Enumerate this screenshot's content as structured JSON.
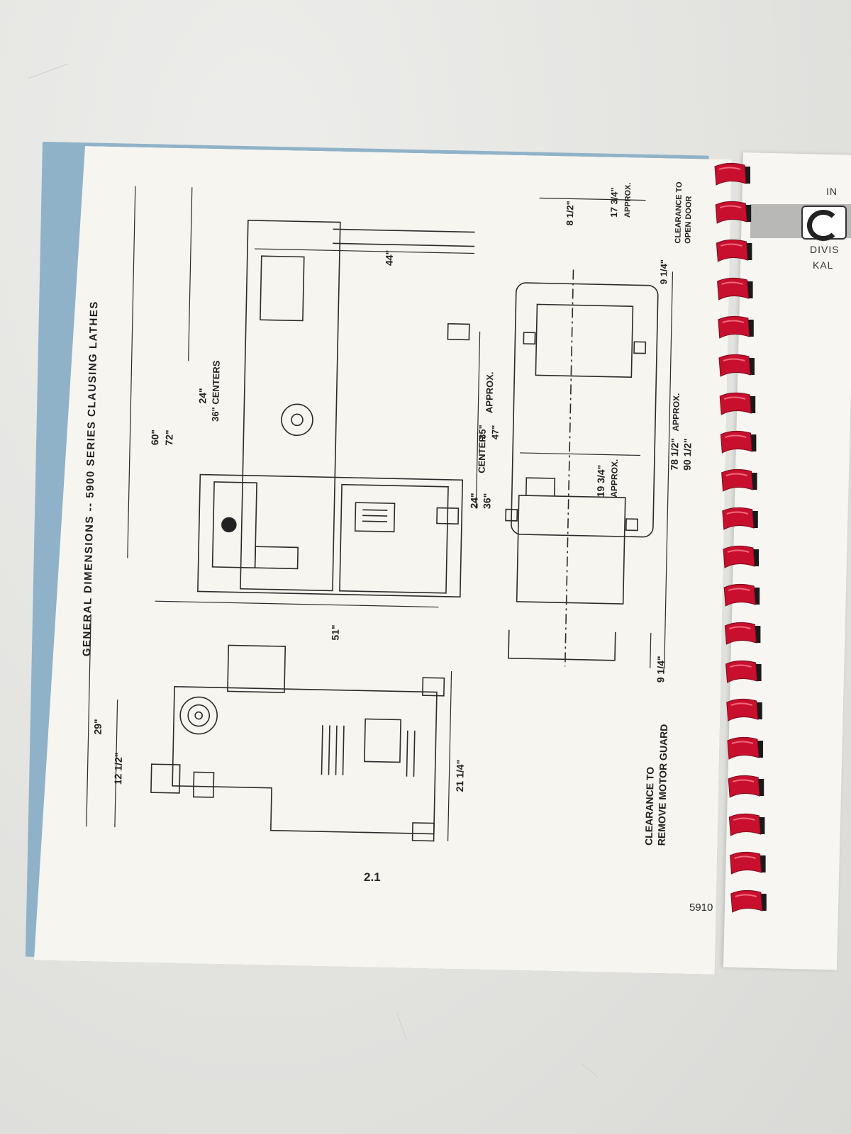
{
  "document": {
    "title": "GENERAL DIMENSIONS -- 5900 SERIES CLAUSING LATHES",
    "page_number": "2.1",
    "model_number": "5910",
    "dimensions": {
      "overall_length_a": "60\"",
      "overall_length_b": "72\"",
      "centers_a": "24\"",
      "centers_b": "36\" CENTERS",
      "top_depth": "44\"",
      "stand_length": "51\"",
      "height_total": "29\"",
      "height_spindle": "12 1/2\"",
      "cabinet_height": "21 1/4\"",
      "center_a": "24\"",
      "center_b": "36\"",
      "center_word": "CENTER",
      "approx_a": "35\"",
      "approx_b": "47\"",
      "approx_word": "APPROX.",
      "door_clear_a": "8 1/2\"",
      "door_clear_b": "17 3/4\"",
      "door_approx": "APPROX.",
      "door_side": "9 1/4\"",
      "clearance_door_1": "CLEARANCE TO",
      "clearance_door_2": "OPEN DOOR",
      "guard_width": "19 3/4\"",
      "guard_approx": "APPROX.",
      "length_a": "78 1/2\"",
      "length_approx": "APPROX.",
      "length_b": "90 1/2\"",
      "guard_side": "9 1/4\"",
      "clearance_guard_1": "CLEARANCE TO",
      "clearance_guard_2": "REMOVE MOTOR GUARD"
    }
  },
  "right_page": {
    "line1": "IN",
    "line2": "DIVIS",
    "line3": "KAL"
  }
}
